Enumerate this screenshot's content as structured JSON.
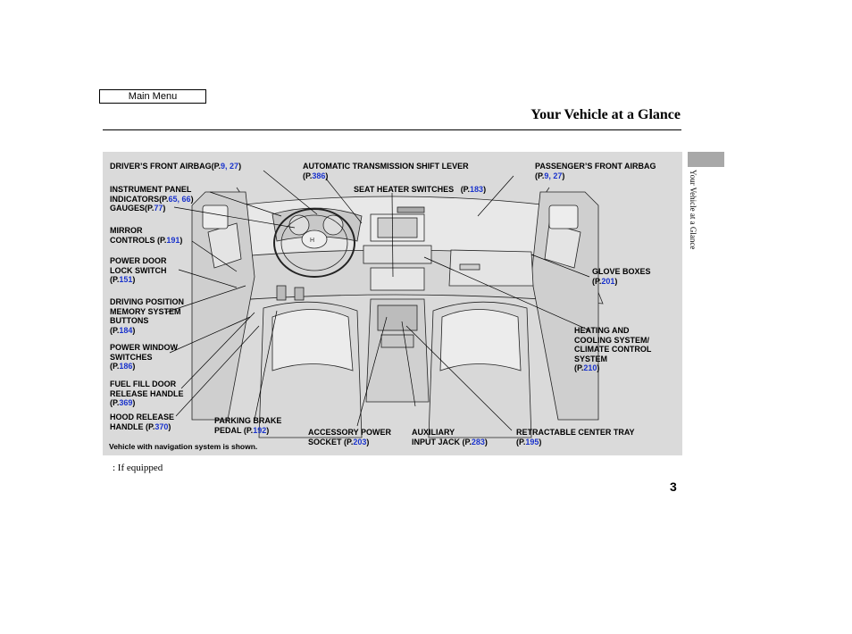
{
  "header": {
    "menu_button": "Main Menu",
    "title": "Your Vehicle at a Glance"
  },
  "side_tab": {
    "label": "Your Vehicle at a Glance"
  },
  "labels": {
    "driver_airbag": {
      "text": "DRIVER’S FRONT AIRBAG(P.",
      "p1": "9",
      "sep": ", ",
      "p2": "27",
      "close": ")"
    },
    "shift_lever": {
      "line1": "AUTOMATIC TRANSMISSION SHIFT LEVER",
      "open": "(P.",
      "p1": "386",
      "close": ")"
    },
    "passenger_airbag": {
      "line1": "PASSENGER’S FRONT AIRBAG",
      "open": "(P.",
      "p1": "9",
      "sep": ", ",
      "p2": "27",
      "close": ")"
    },
    "instrument_panel": {
      "line1": "INSTRUMENT PANEL",
      "line2": "INDICATORS",
      "open": "(P.",
      "p1": "65",
      "sep": ", ",
      "p2": "66",
      "close": ")"
    },
    "gauges": {
      "text": "GAUGES",
      "open": "(P.",
      "p1": "77",
      "close": ")"
    },
    "seat_heater": {
      "text": "SEAT HEATER SWITCHES",
      "open": "(P.",
      "p1": "183",
      "close": ")"
    },
    "mirror": {
      "line1": "MIRROR",
      "line2": "CONTROLS",
      "open": " (P.",
      "p1": "191",
      "close": ")"
    },
    "power_door": {
      "line1": "POWER DOOR",
      "line2": "LOCK SWITCH",
      "open": "(P.",
      "p1": "151",
      "close": ")"
    },
    "glove_boxes": {
      "line1": "GLOVE BOXES",
      "open": "(P.",
      "p1": "201",
      "close": ")"
    },
    "memory": {
      "line1": "DRIVING POSITION",
      "line2": "MEMORY SYSTEM",
      "line3": "BUTTONS",
      "open": "(P.",
      "p1": "184",
      "close": ")"
    },
    "heating": {
      "line1": "HEATING AND",
      "line2": "COOLING SYSTEM/",
      "line3": "CLIMATE CONTROL",
      "line4": "SYSTEM",
      "open": "(P.",
      "p1": "210",
      "close": ")"
    },
    "power_window": {
      "line1": "POWER WINDOW",
      "line2": "SWITCHES",
      "open": "(P.",
      "p1": "186",
      "close": ")"
    },
    "fuel_fill": {
      "line1": "FUEL FILL DOOR",
      "line2": "RELEASE HANDLE",
      "open": "(P.",
      "p1": "369",
      "close": ")"
    },
    "hood_release": {
      "line1": "HOOD RELEASE",
      "line2": "HANDLE",
      "open": " (P.",
      "p1": "370",
      "close": ")"
    },
    "parking_brake": {
      "line1": "PARKING BRAKE",
      "line2": "PEDAL",
      "open": " (P.",
      "p1": "192",
      "close": ")"
    },
    "accessory_socket": {
      "line1": "ACCESSORY POWER",
      "line2": "SOCKET",
      "open": " (P.",
      "p1": "203",
      "close": ")"
    },
    "aux_input": {
      "line1": "AUXILIARY",
      "line2": "INPUT JACK",
      "open": " (P.",
      "p1": "283",
      "close": ")"
    },
    "center_tray": {
      "line1": "RETRACTABLE CENTER TRAY",
      "open": "(P.",
      "p1": "195",
      "close": ")"
    },
    "nav_note": "Vehicle with navigation system is shown."
  },
  "footnote": ":  If equipped",
  "page_number": "3",
  "colors": {
    "link": "#1a33cc",
    "panel": "#dadada",
    "tab": "#a8a8a8"
  }
}
